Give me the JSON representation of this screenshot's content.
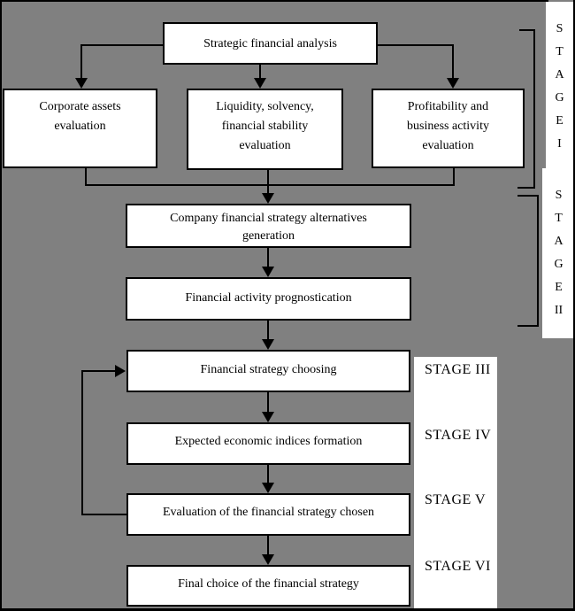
{
  "diagram": {
    "title": "Financial strategy formation flowchart",
    "colors": {
      "background": "#808080",
      "node_fill": "#ffffff",
      "line": "#000000"
    },
    "nodes": {
      "strategic": {
        "label": "Strategic financial analysis"
      },
      "corporate": {
        "lines": [
          "Corporate assets",
          "evaluation"
        ]
      },
      "liquidity": {
        "lines": [
          "Liquidity, solvency,",
          "financial stability",
          "evaluation"
        ]
      },
      "profitability": {
        "lines": [
          "Profitability and",
          "business activity",
          "evaluation"
        ]
      },
      "alternatives": {
        "lines": [
          "Company financial strategy alternatives",
          "generation"
        ]
      },
      "prognostication": {
        "label": "Financial activity prognostication"
      },
      "choosing": {
        "label": "Financial strategy choosing"
      },
      "indices": {
        "label": "Expected economic indices formation"
      },
      "evaluation": {
        "label": "Evaluation of the financial strategy chosen"
      },
      "final": {
        "label": "Final choice of the financial strategy"
      }
    },
    "stage_sidebar": {
      "stage1": {
        "letters": [
          "S",
          "T",
          "A",
          "G",
          "E",
          "I"
        ]
      },
      "stage2": {
        "letters": [
          "S",
          "T",
          "A",
          "G",
          "E",
          "II"
        ]
      }
    },
    "stage_labels": {
      "stage3": "STAGE III",
      "stage4": "STAGE IV",
      "stage5": "STAGE V",
      "stage6": "STAGE VI"
    }
  }
}
